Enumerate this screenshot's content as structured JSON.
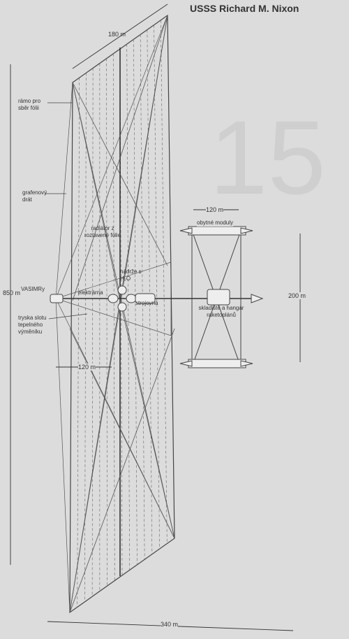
{
  "title": "USSS Richard M. Nixon",
  "page_number": "15",
  "dimensions": {
    "top_width": "180 m",
    "total_height": "850 m",
    "habitat_width": "120 m",
    "habitat_height": "200 m",
    "radiator_offset": "120 m",
    "bottom_width": "340 m"
  },
  "labels": {
    "collection_frame": "rámo pro sběr fólii",
    "graphene_wire": "grafenový drát",
    "radiator": "radiátor z roztavené fólie",
    "tanks": "nádrže s H₂O",
    "vasimr": "VASIMRy",
    "power_plant": "elektrárna",
    "engine_room": "strojovna",
    "nozzle": "tryska slotu tepelného výměníku",
    "habitat_modules": "obytné moduly",
    "storage": "skladiště a hangár raketoplánů"
  }
}
